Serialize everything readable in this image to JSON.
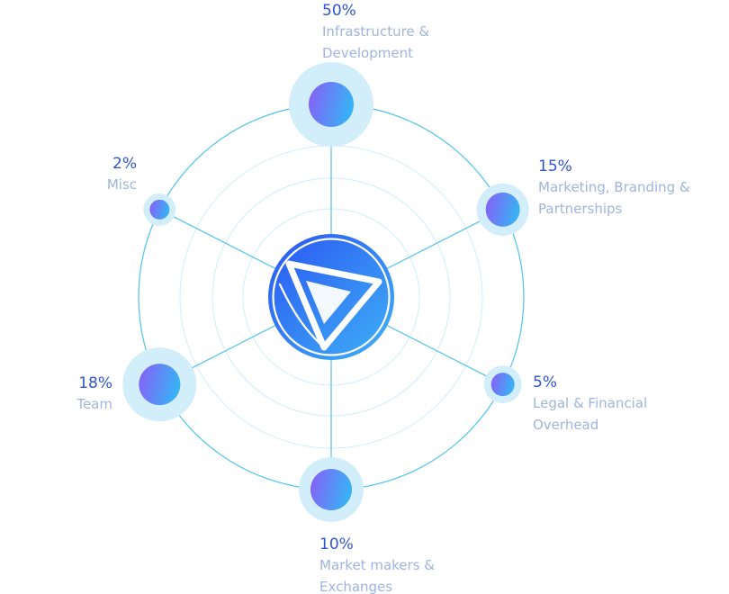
{
  "chart_data": {
    "type": "radial-allocation",
    "title": "",
    "center_logo": "brand-logo-icon",
    "colors": {
      "ring": "#4fc3f0",
      "grid_ring": "#cfeefb",
      "halo": "#d3eefb",
      "dot_start": "#8a5cf6",
      "dot_end": "#3ab0f5",
      "logo_start": "#2a55f2",
      "logo_end": "#3fb2f7",
      "percent_text": "#2f55d4",
      "label_text": "#9fb4e0"
    },
    "slices": [
      {
        "name": "Infrastructure & Development",
        "value": 50,
        "label": "50%",
        "name_lines": [
          "Infrastructure &",
          "Development"
        ]
      },
      {
        "name": "Marketing, Branding & Partnerships",
        "value": 15,
        "label": "15%",
        "name_lines": [
          "Marketing, Branding &",
          "Partnerships"
        ]
      },
      {
        "name": "Legal & Financial Overhead",
        "value": 5,
        "label": "5%",
        "name_lines": [
          "Legal & Financial",
          "Overhead"
        ]
      },
      {
        "name": "Market makers & Exchanges",
        "value": 10,
        "label": "10%",
        "name_lines": [
          "Market makers &",
          "Exchanges"
        ]
      },
      {
        "name": "Team",
        "value": 18,
        "label": "18%",
        "name_lines": [
          "Team"
        ]
      },
      {
        "name": "Misc",
        "value": 2,
        "label": "2%",
        "name_lines": [
          "Misc"
        ]
      }
    ]
  }
}
